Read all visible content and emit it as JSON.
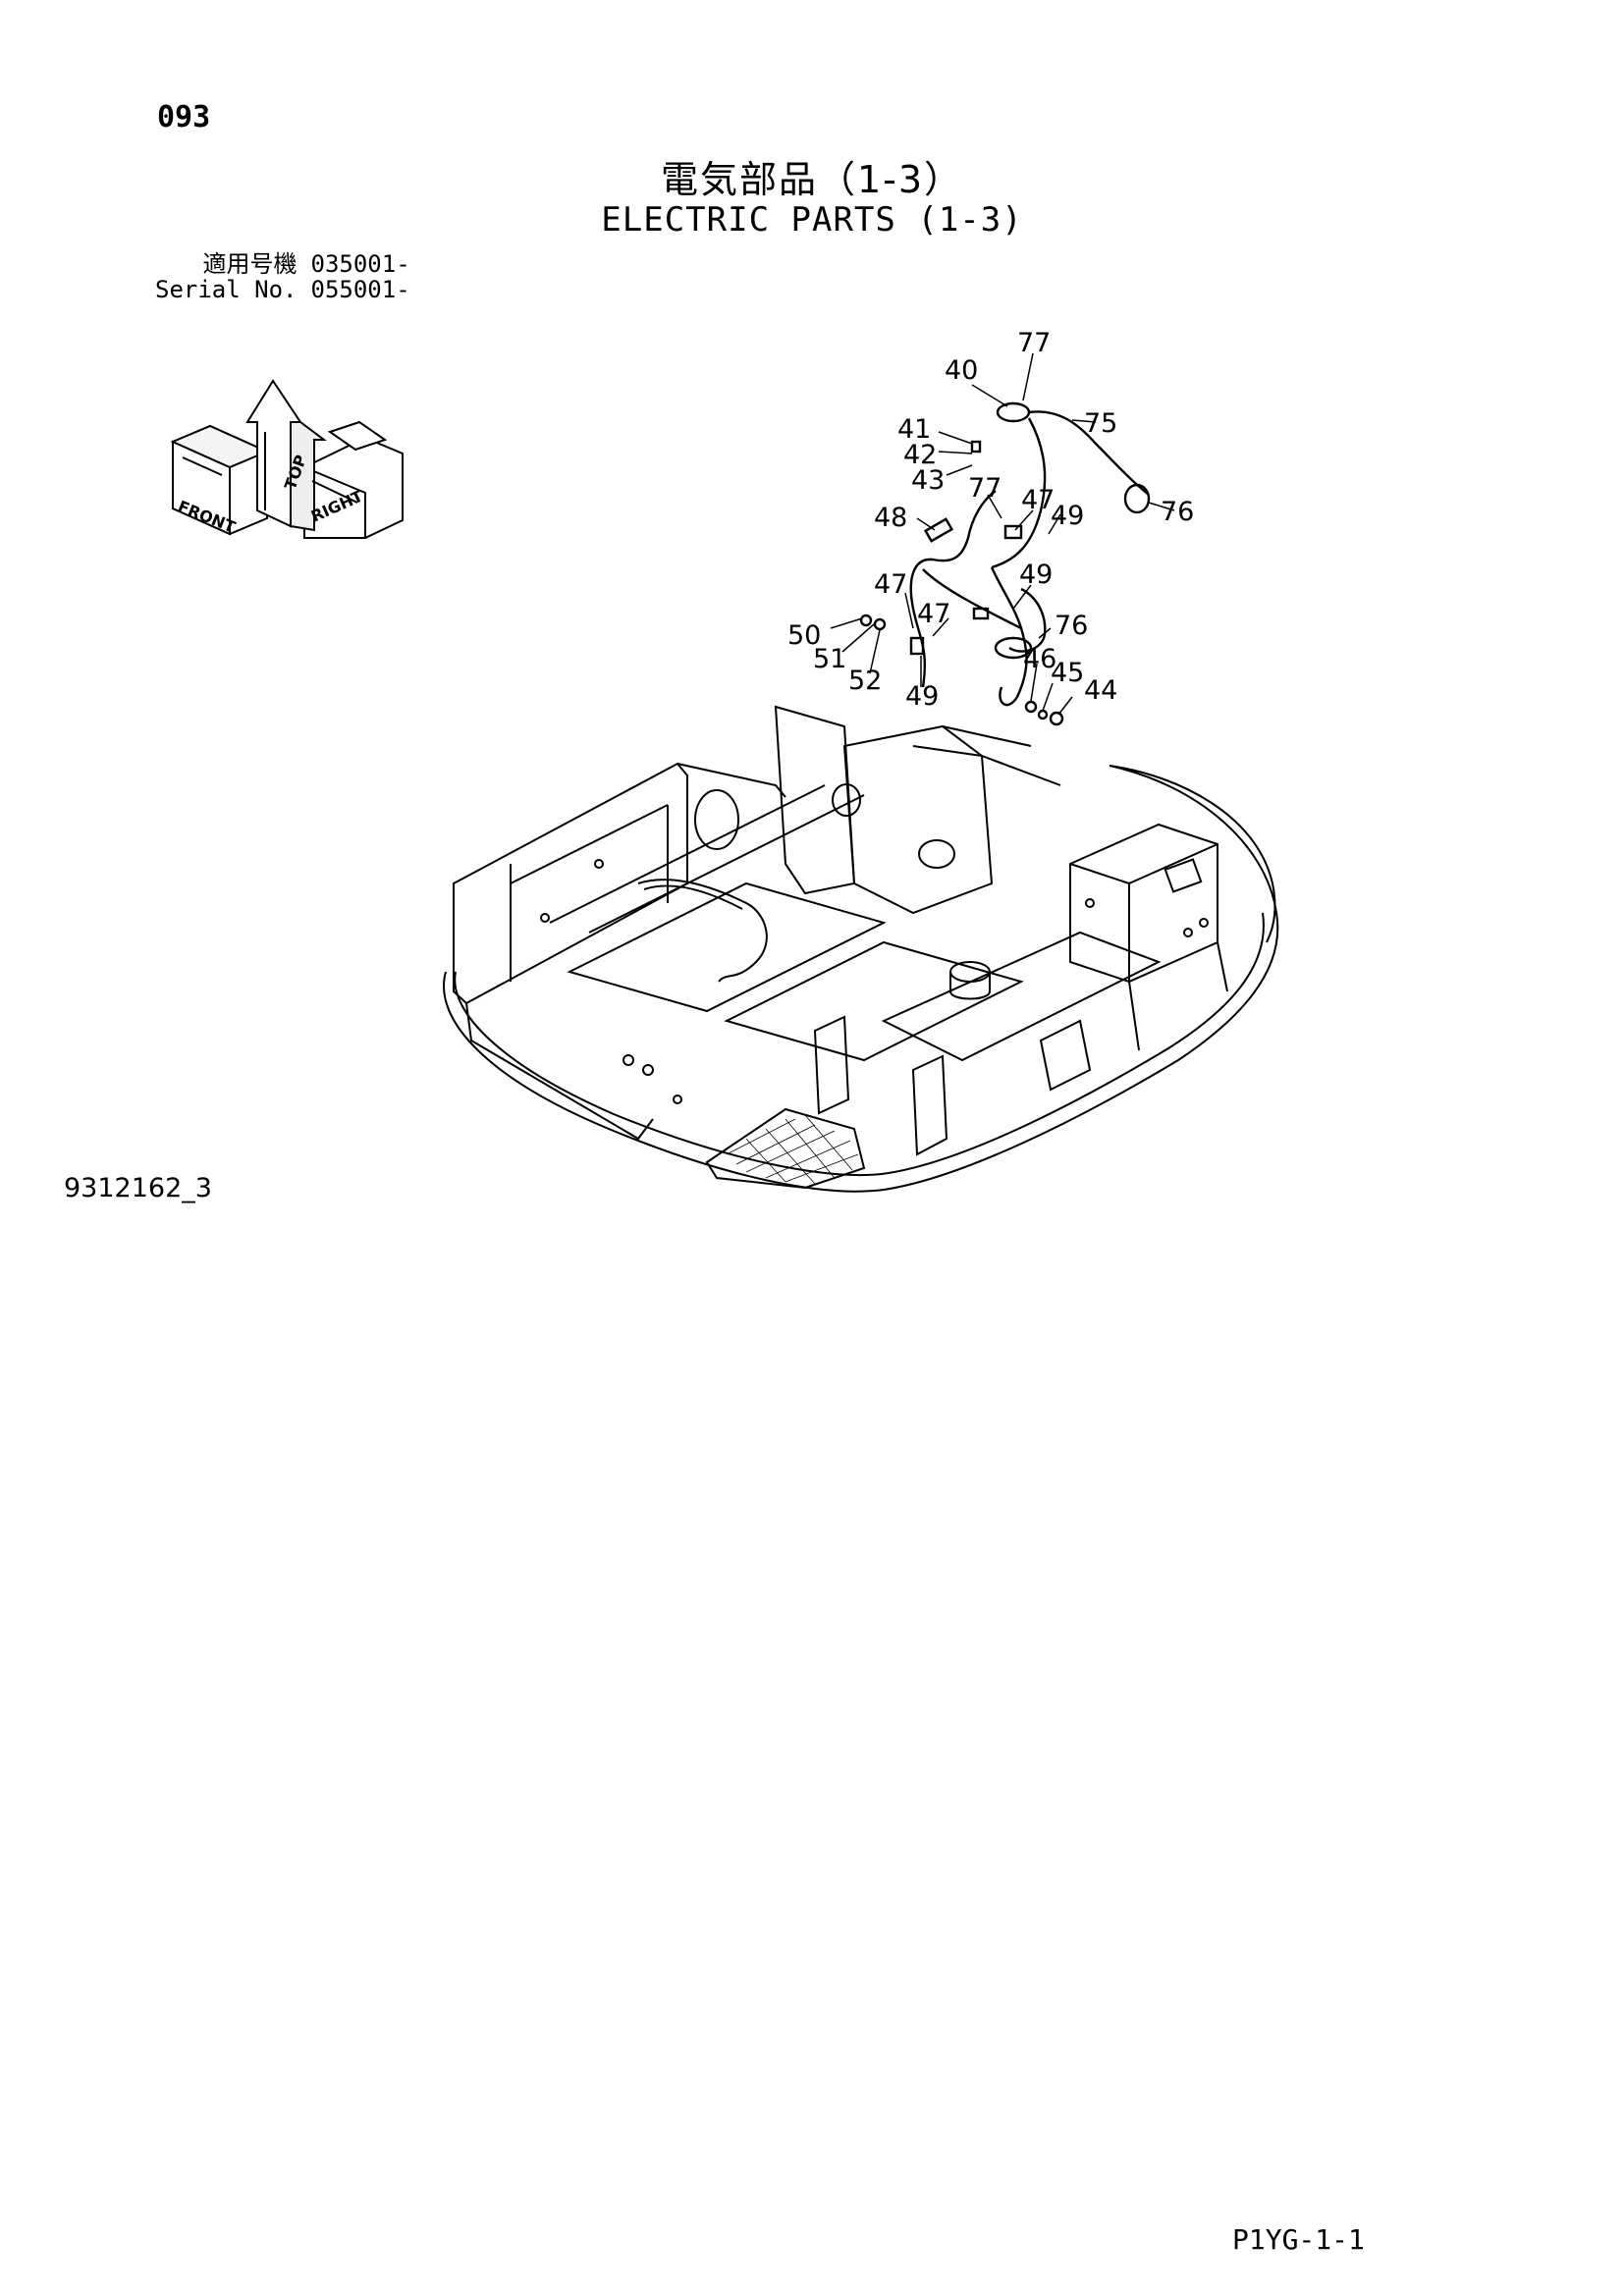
{
  "page": {
    "number": "093",
    "title_jp": "電気部品（1-3）",
    "title_en": "ELECTRIC PARTS (1-3)",
    "serial_label_jp": "適用号機",
    "serial_value_jp": "035001-",
    "serial_label_en": "Serial No.",
    "serial_value_en": "055001-",
    "drawing_code": "9312162_3",
    "sheet_code": "P1YG-1-1"
  },
  "orientation_arrows": {
    "top": "TOP",
    "front": "FRONT",
    "right": "RIGHT"
  },
  "callouts": [
    "77",
    "40",
    "75",
    "41",
    "42",
    "43",
    "77",
    "76",
    "48",
    "47",
    "49",
    "49",
    "47",
    "47",
    "76",
    "50",
    "51",
    "52",
    "49",
    "46",
    "45",
    "44"
  ]
}
